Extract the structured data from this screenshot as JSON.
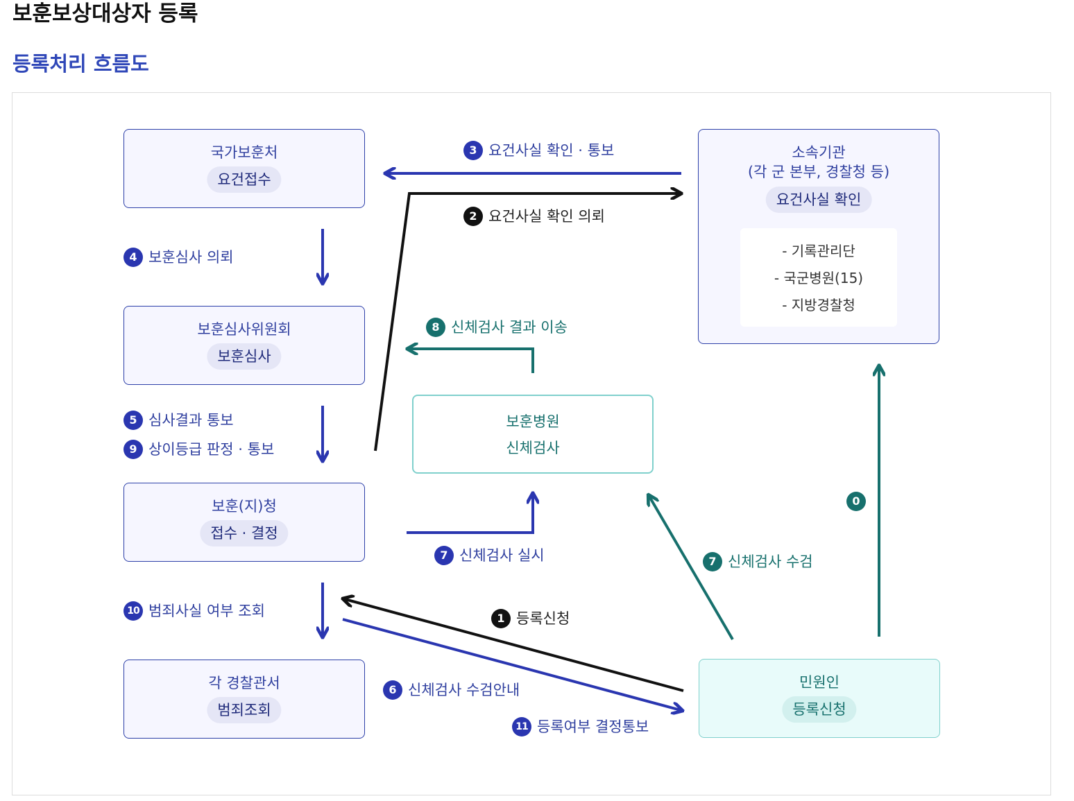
{
  "header": {
    "title": "보훈보상대상자 등록",
    "subtitle": "등록처리 흐름도"
  },
  "colors": {
    "blue": "#2a36b0",
    "black": "#111111",
    "teal": "#17706d",
    "teal_border": "#7fd0cc"
  },
  "nodes": {
    "mpva": {
      "title": "국가보훈처",
      "role": "요건접수"
    },
    "committee": {
      "title": "보훈심사위원회",
      "role": "보훈심사"
    },
    "branch": {
      "title": "보훈(지)청",
      "role": "접수 · 결정"
    },
    "police": {
      "title": "각 경찰관서",
      "role": "범죄조회"
    },
    "agency": {
      "title": "소속기관",
      "subtitle": "(각 군 본부, 경찰청 등)",
      "role": "요건사실 확인",
      "items": [
        "-   기록관리단",
        "- 국군병원(15)",
        "-   지방경찰청"
      ]
    },
    "hospital": {
      "title": "보훈병원",
      "role": "신체검사"
    },
    "applicant": {
      "title": "민원인",
      "role": "등록신청"
    }
  },
  "steps": {
    "s3": {
      "num": "3",
      "text": "요건사실 확인 · 통보"
    },
    "s2": {
      "num": "2",
      "text": "요건사실 확인 의뢰"
    },
    "s4": {
      "num": "4",
      "text": "보훈심사 의뢰"
    },
    "s8": {
      "num": "8",
      "text": "신체검사 결과 이송"
    },
    "s5": {
      "num": "5",
      "text": "심사결과 통보"
    },
    "s9": {
      "num": "9",
      "text": "상이등급 판정 · 통보"
    },
    "s7a": {
      "num": "7",
      "text": "신체검사 실시"
    },
    "s7b": {
      "num": "7",
      "text": "신체검사 수검"
    },
    "s0": {
      "num": "0"
    },
    "s10": {
      "num": "10",
      "text": "범죄사실 여부 조회"
    },
    "s1": {
      "num": "1",
      "text": "등록신청"
    },
    "s6": {
      "num": "6",
      "text": "신체검사 수검안내"
    },
    "s11": {
      "num": "11",
      "text": "등록여부 결정통보"
    }
  }
}
